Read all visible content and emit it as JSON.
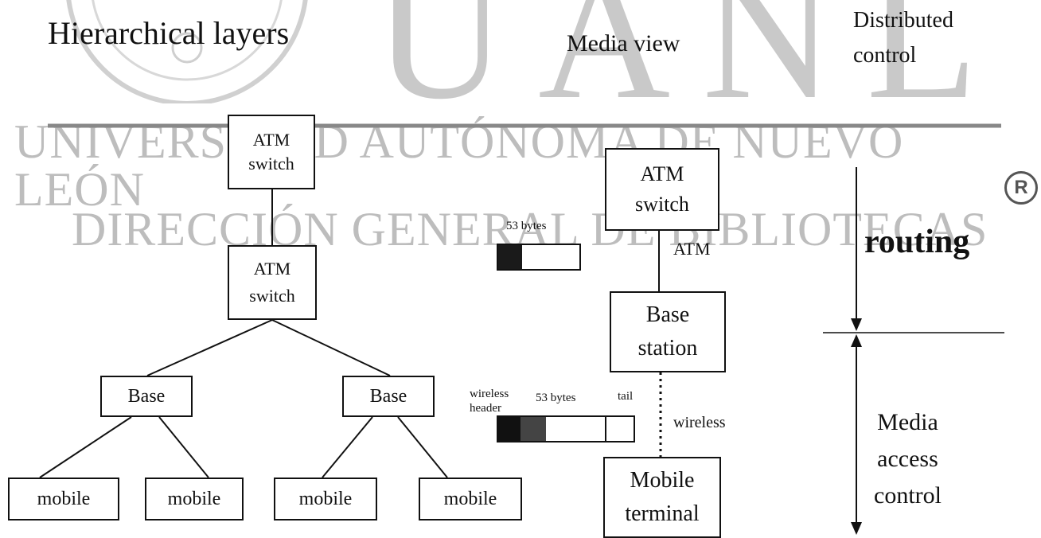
{
  "watermark": {
    "letters": "UANL",
    "line1": "UNIVERSIDAD AUTÓNOMA DE NUEVO LEÓN",
    "line2": "DIRECCIÓN GENERAL DE BIBLIOTECAS",
    "registered": "R"
  },
  "headings": {
    "hierarchical": "Hierarchical layers",
    "media_view": "Media view",
    "distributed_1": "Distributed",
    "distributed_2": "control"
  },
  "hierarchy": {
    "top_switch": [
      "ATM",
      "switch"
    ],
    "mid_switch": [
      "ATM",
      "switch"
    ],
    "base_left": "Base",
    "base_right": "Base",
    "mobiles": [
      "mobile",
      "mobile",
      "mobile",
      "mobile"
    ]
  },
  "media": {
    "switch": [
      "ATM",
      "switch"
    ],
    "atm_label": "ATM",
    "base_station": [
      "Base",
      "station"
    ],
    "wireless_label": "wireless",
    "terminal": [
      "Mobile",
      "terminal"
    ],
    "cell1_label": "53 bytes",
    "cell2_header": [
      "wireless",
      "header"
    ],
    "cell2_bytes": "53 bytes",
    "cell2_tail": "tail"
  },
  "control": {
    "routing": "routing",
    "mac": [
      "Media",
      "access",
      "control"
    ]
  }
}
